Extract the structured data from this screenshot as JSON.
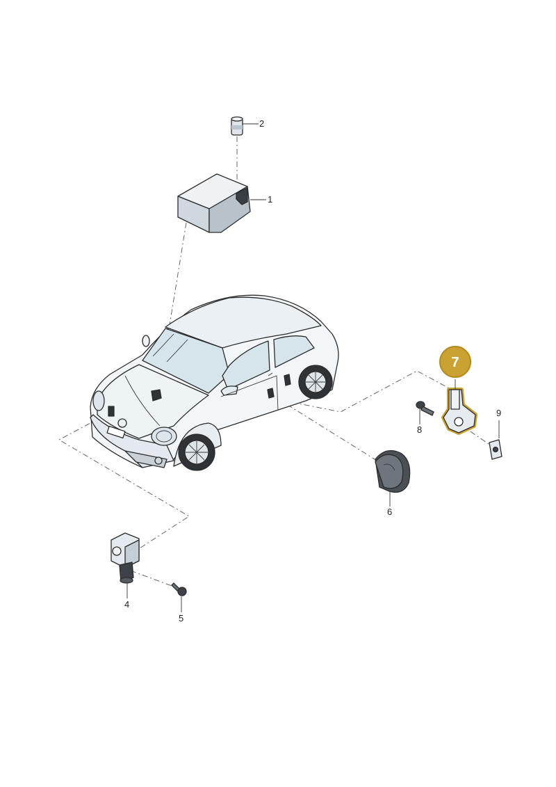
{
  "parts": [
    {
      "number": "1"
    },
    {
      "number": "2"
    },
    {
      "number": "4"
    },
    {
      "number": "5"
    },
    {
      "number": "6"
    },
    {
      "number": "8"
    },
    {
      "number": "9"
    }
  ],
  "highlight": {
    "number": "7",
    "color": "#c9a233",
    "border": "#b48a1f"
  },
  "colors": {
    "part_fill": "#e4eaef",
    "part_shade": "#c6d0d8",
    "glass": "#cfe0ea",
    "outline": "#2b2b2b"
  }
}
